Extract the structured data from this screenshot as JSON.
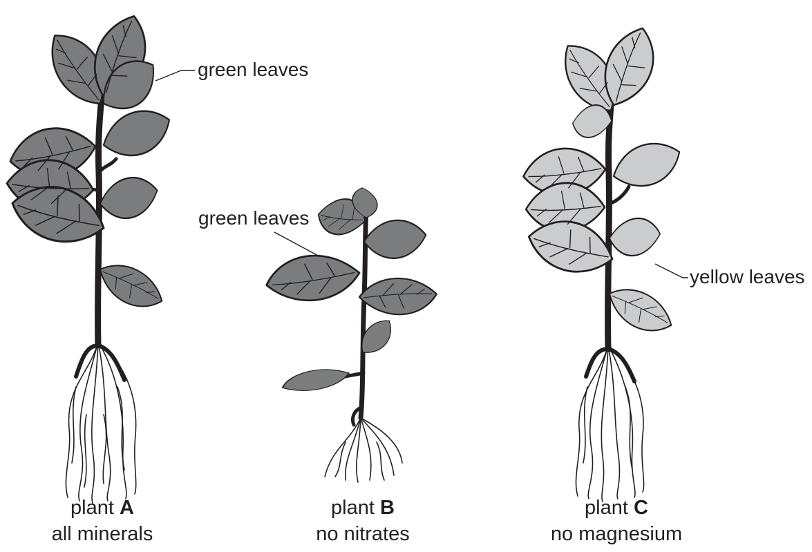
{
  "colors": {
    "green_leaf": "#7b7c7e",
    "yellow_leaf": "#cbcccd",
    "outline": "#231f20"
  },
  "plants": [
    {
      "label_prefix": "plant",
      "letter": "A",
      "condition": "all minerals",
      "leaf_label": "green leaves",
      "leaf_color": "green"
    },
    {
      "label_prefix": "plant",
      "letter": "B",
      "condition": "no nitrates",
      "leaf_label": "green leaves",
      "leaf_color": "green"
    },
    {
      "label_prefix": "plant",
      "letter": "C",
      "condition": "no magnesium",
      "leaf_label": "yellow leaves",
      "leaf_color": "yellow"
    }
  ]
}
